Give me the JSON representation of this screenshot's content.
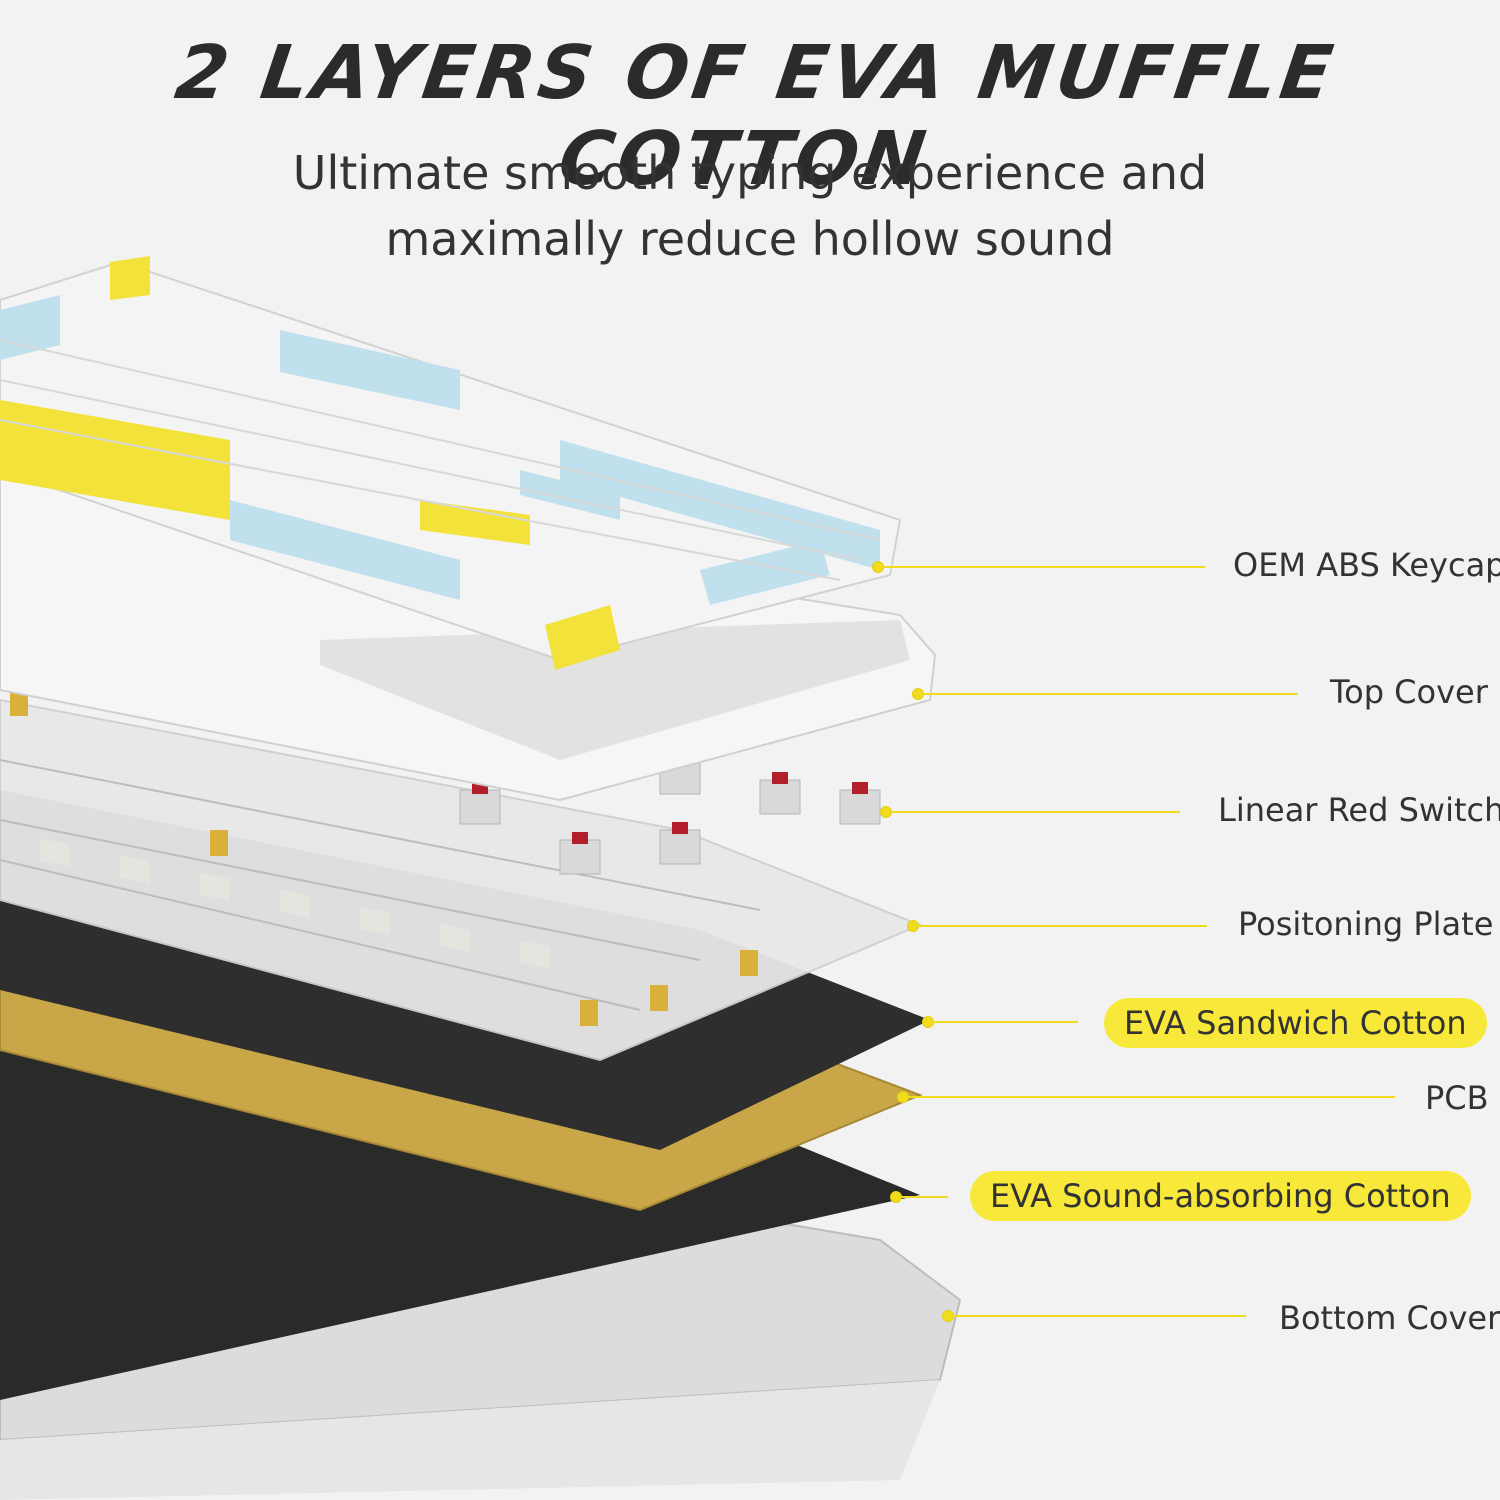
{
  "title": "2 LAYERS OF EVA MUFFLE COTTON",
  "subtitle_line1": "Ultimate smooth typing experience and",
  "subtitle_line2": "maximally reduce hollow sound",
  "layers": [
    {
      "label": "OEM ABS Keycap",
      "highlighted": false
    },
    {
      "label": "Top Cover",
      "highlighted": false
    },
    {
      "label": "Linear Red Switch",
      "highlighted": false
    },
    {
      "label": "Positoning Plate",
      "highlighted": false
    },
    {
      "label": "EVA Sandwich Cotton",
      "highlighted": true
    },
    {
      "label": "PCB",
      "highlighted": false
    },
    {
      "label": "EVA Sound-absorbing Cotton",
      "highlighted": true
    },
    {
      "label": "Bottom Cover",
      "highlighted": false
    }
  ],
  "colors": {
    "highlight": "#f7e83a",
    "leader": "#f0dc1a",
    "keycap_white": "#f4f4f4",
    "keycap_blue": "#bfe0ec",
    "keycap_yellow": "#f2e23a",
    "switch_red": "#b21e2a",
    "plate_clear": "#e8e8e8",
    "eva_black": "#2a2a2a",
    "pcb_gold": "#c9a648",
    "bottom_cover": "#dcdcdc"
  }
}
